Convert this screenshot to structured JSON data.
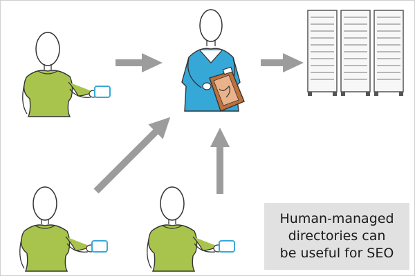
{
  "caption": {
    "lines": [
      "Human-managed",
      "directories can",
      "be useful for SEO"
    ]
  },
  "colors": {
    "submitter_shirt": "#a8c44c",
    "editor_shirt": "#36a8d8",
    "clipboard": "#c0703a",
    "arrow": "#9c9c9c",
    "caption_bg": "#e1e1e1"
  },
  "icons": [
    "submitter-person",
    "editor-person",
    "clipboard",
    "server-racks"
  ]
}
